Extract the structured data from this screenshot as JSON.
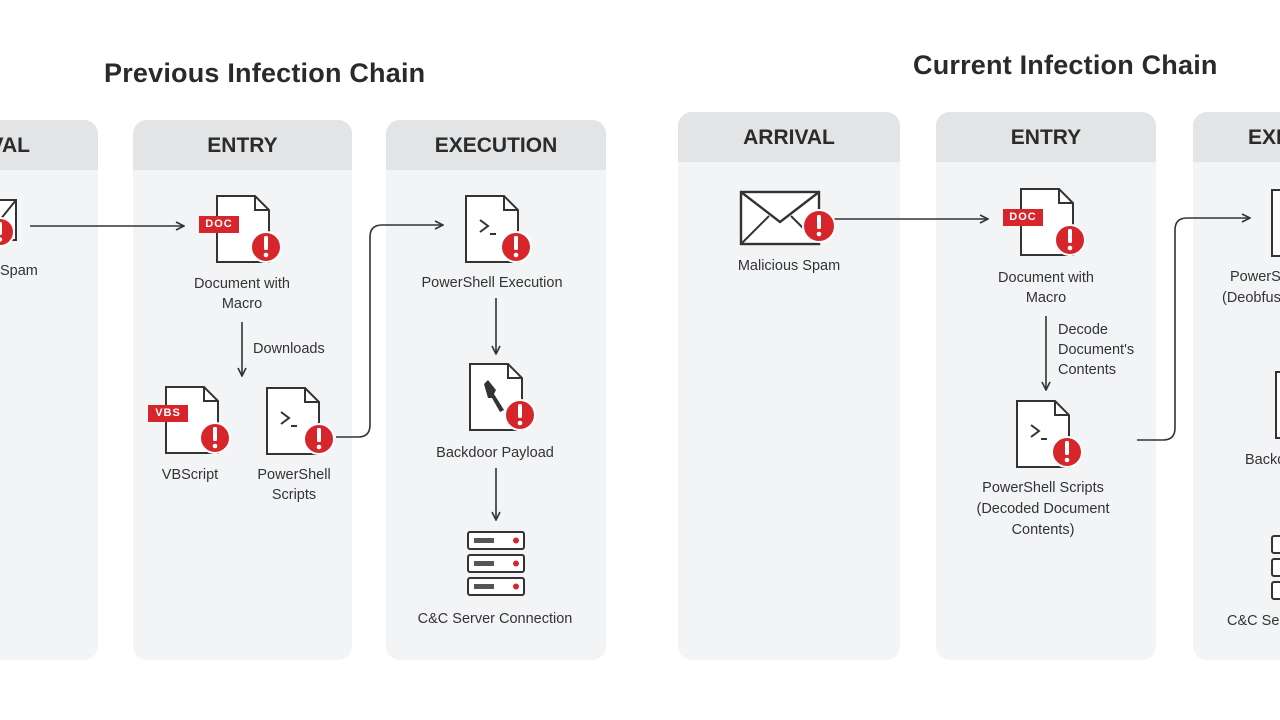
{
  "previous": {
    "title": "Previous Infection Chain",
    "columns": {
      "arrival": "VAL",
      "entry": "ENTRY",
      "execution": "EXECUTION"
    },
    "labels": {
      "spam": "Spam",
      "doc_line1": "Document with",
      "doc_line2": "Macro",
      "downloads": "Downloads",
      "vbscript": "VBScript",
      "ps_scripts_line1": "PowerShell",
      "ps_scripts_line2": "Scripts",
      "ps_exec": "PowerShell Execution",
      "backdoor": "Backdoor Payload",
      "cc": "C&C Server Connection"
    },
    "badges": {
      "doc": "DOC",
      "vbs": "VBS"
    }
  },
  "current": {
    "title": "Current Infection Chain",
    "columns": {
      "arrival": "ARRIVAL",
      "entry": "ENTRY",
      "execution": "EXE"
    },
    "labels": {
      "spam": "Malicious Spam",
      "doc_line1": "Document with",
      "doc_line2": "Macro",
      "decode_line1": "Decode",
      "decode_line2": "Document's",
      "decode_line3": "Contents",
      "ps_line1": "PowerShell Scripts",
      "ps_line2": "(Decoded Document",
      "ps_line3": "Contents)",
      "exec_line1": "PowerS",
      "exec_line2": "(Deobfus",
      "backdoor": "Backd",
      "cc": "C&C Ser"
    },
    "badges": {
      "doc": "DOC"
    }
  },
  "colors": {
    "alert_red": "#d7262b",
    "column_bg": "#f3f4f6",
    "header_bg": "#e3e4e6"
  }
}
